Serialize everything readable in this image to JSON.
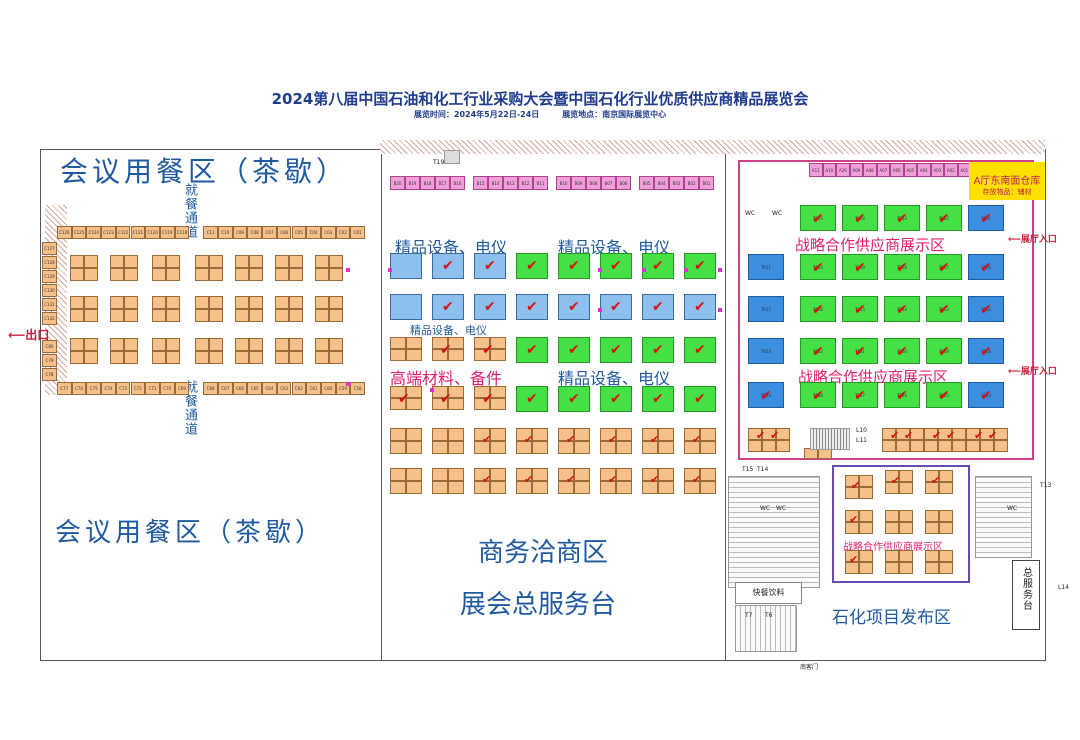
{
  "header": {
    "title": "2024第八届中国石油和化工行业采购大会暨中国石化行业优质供应商精品展览会",
    "time": "展览时间：2024年5月22日-24日",
    "venue": "展览地点：南京国际展览中心"
  },
  "zones": {
    "dining_top": "会议用餐区（茶歇）",
    "dining_bottom": "会议用餐区（茶歇）",
    "dining_passage_1": "就餐通道",
    "dining_passage_2": "就餐通道",
    "premium_1": "精品设备、电仪",
    "premium_2": "精品设备、电仪",
    "premium_3": "精品设备、电仪",
    "premium_4": "精品设备、电仪",
    "materials": "高端材料、备件",
    "strategic_1": "战略合作供应商展示区",
    "strategic_2": "战略合作供应商展示区",
    "strategic_3": "战略合作供应商展示区",
    "business": "商务洽商区",
    "service": "展会总服务台",
    "petrochem": "石化项目发布区",
    "warehouse_1": "A厅东南面仓库",
    "warehouse_2": "存放物品：辅材",
    "snack": "快餐饮料",
    "service_desk": "总服务台"
  },
  "exits": {
    "exit": "出口",
    "entrance_1": "展厅入口",
    "entrance_2": "展厅入口"
  },
  "markers": {
    "t19": "T19",
    "t15": "T15",
    "t14": "T14",
    "t13": "T13",
    "t7": "T7",
    "t6": "T6",
    "l10": "L10",
    "l11": "L11",
    "l14": "L14",
    "wc": "WC",
    "gate": "南客门"
  },
  "booths": {
    "pink_row_1": [
      "B20",
      "B19",
      "B18",
      "B17",
      "B16",
      "B15",
      "B14",
      "B13",
      "B12",
      "B11",
      "B10",
      "B09",
      "B08",
      "B07",
      "B06",
      "B05",
      "B04",
      "B03",
      "B02",
      "B01"
    ],
    "pink_row_2": [
      "A11",
      "A10",
      "A29",
      "A09",
      "A08",
      "A07",
      "A06",
      "A05",
      "A04",
      "A03",
      "A02",
      "A01"
    ],
    "left_top_row": [
      "C126",
      "C125",
      "C124",
      "C123",
      "C122",
      "C121",
      "C120",
      "C119",
      "C118",
      "C11",
      "C10",
      "C09",
      "C08",
      "C07",
      "C06",
      "C05",
      "C04",
      "C03",
      "C02",
      "C01"
    ],
    "left_side": [
      "C127",
      "C128",
      "C129",
      "C130",
      "C131",
      "C132"
    ],
    "left_bottom_row": [
      "C77",
      "C76",
      "C75",
      "C74",
      "C73",
      "C72",
      "C71",
      "C70",
      "C69",
      "C68",
      "C67",
      "C66",
      "C65",
      "C64",
      "C63",
      "C62",
      "C61",
      "C60",
      "C59",
      "C58"
    ],
    "strategic_top": [
      "TA05",
      "TA04",
      "TA03",
      "TA02",
      "TA01"
    ],
    "strategic_r2": [
      "TA11",
      "TA10",
      "TA09",
      "TA08",
      "TA07",
      "TA06"
    ],
    "strategic_r3": [
      "TA17",
      "TA16",
      "TA15",
      "TA14",
      "TA13",
      "TA12"
    ],
    "strategic_r4": [
      "TA23",
      "TA22",
      "TA21",
      "TA20",
      "TA19",
      "TA18"
    ],
    "strategic_r5": [
      "TA29",
      "TA28",
      "TA27",
      "TA26",
      "TA25",
      "TA24"
    ]
  },
  "colors": {
    "title": "#1f3b8c",
    "zone_blue": "#1f5aa0",
    "zone_pink": "#e0206e",
    "booth_orange": "#f5c089",
    "booth_pink": "#f0a0d8",
    "booth_blue": "#3b8ee0",
    "booth_green": "#45e045",
    "check_red": "#d81010",
    "warehouse_yellow": "#ffe000"
  }
}
